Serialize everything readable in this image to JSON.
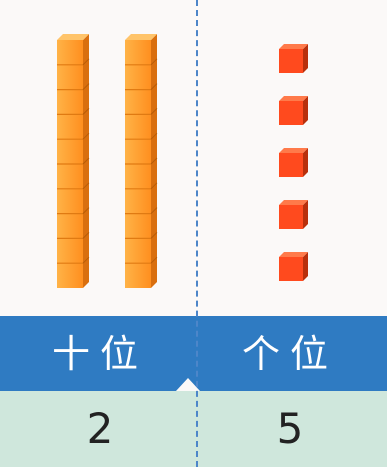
{
  "columns": [
    {
      "label": "十位",
      "value": "2",
      "ten_rods": 2
    },
    {
      "label": "个位",
      "value": "5",
      "unit_cubes": 5
    }
  ],
  "colors": {
    "rod": "#ff9a2a",
    "cube": "#ff4a1e",
    "header": "#2f7bc2",
    "value_band": "#cfe7dc",
    "divider": "#4d86c9"
  }
}
